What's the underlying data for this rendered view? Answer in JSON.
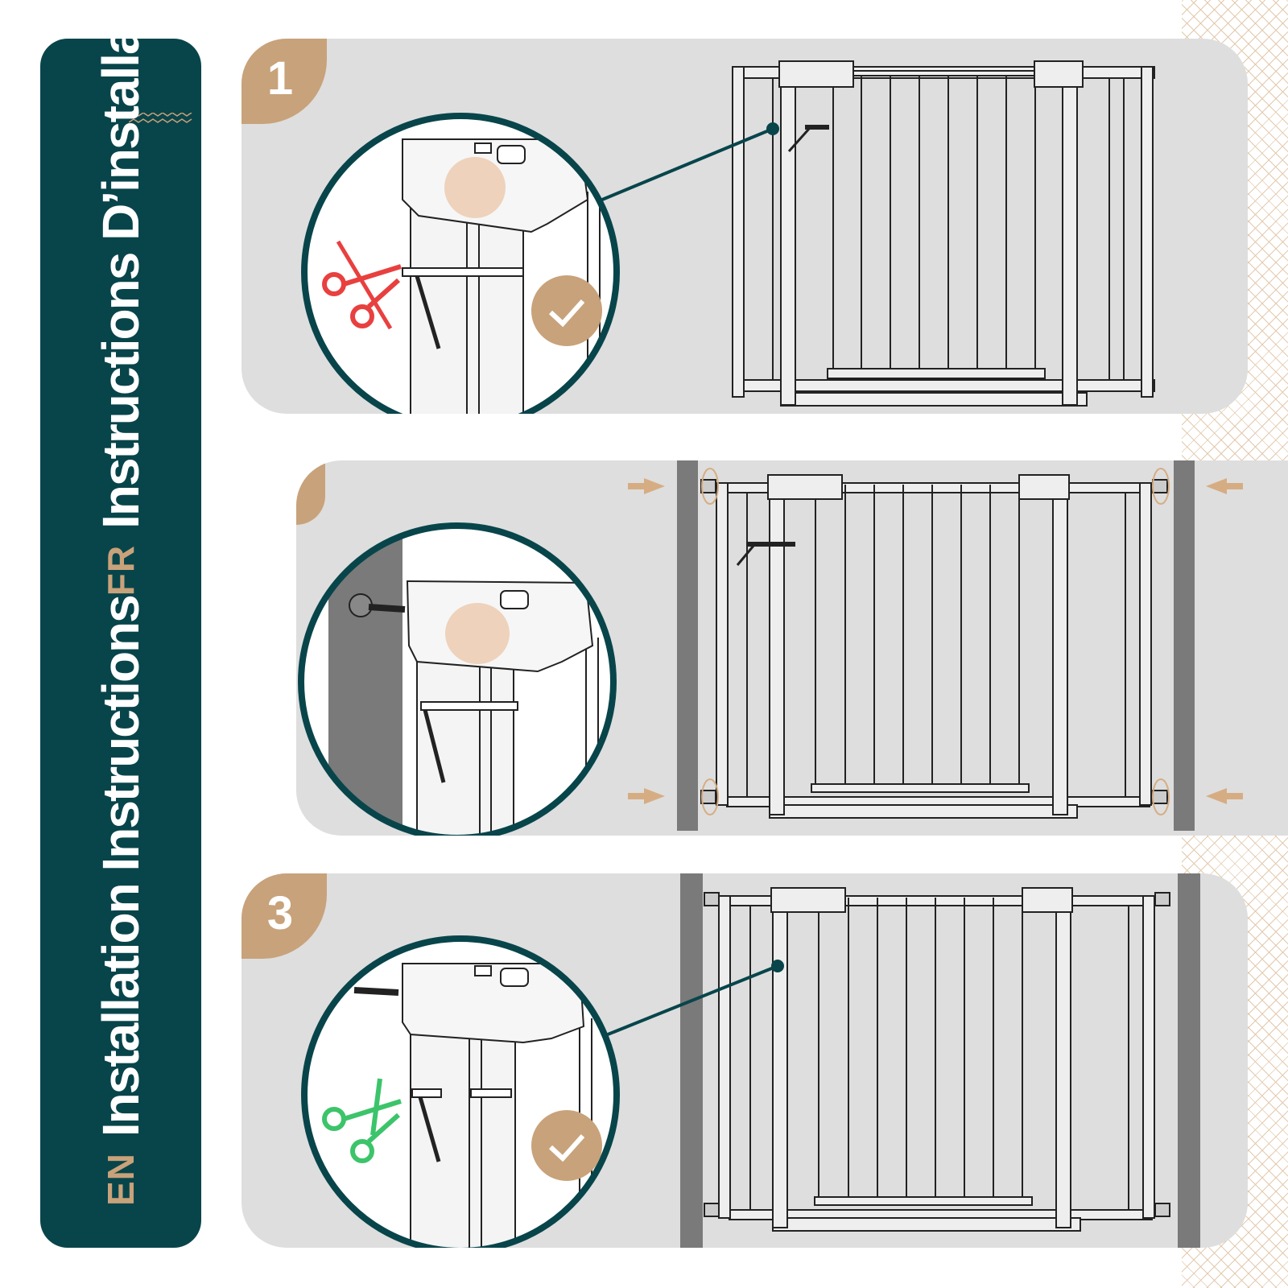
{
  "sidebar": {
    "en_code": "EN",
    "en_title": "Installation Instructions",
    "fr_code": "FR",
    "fr_title": "Instructions D’installation"
  },
  "steps": [
    {
      "number": "1"
    },
    {
      "number": ""
    },
    {
      "number": "3"
    }
  ],
  "colors": {
    "teal": "#08454b",
    "tan": "#c8a27a",
    "panel": "#dedede",
    "wrong_scissors": "#e8403f",
    "right_scissors": "#3cc46a"
  },
  "icons": [
    "zigzag-icon",
    "scissors-crossed-icon",
    "scissors-icon",
    "checkmark-icon",
    "arrow-icon"
  ]
}
